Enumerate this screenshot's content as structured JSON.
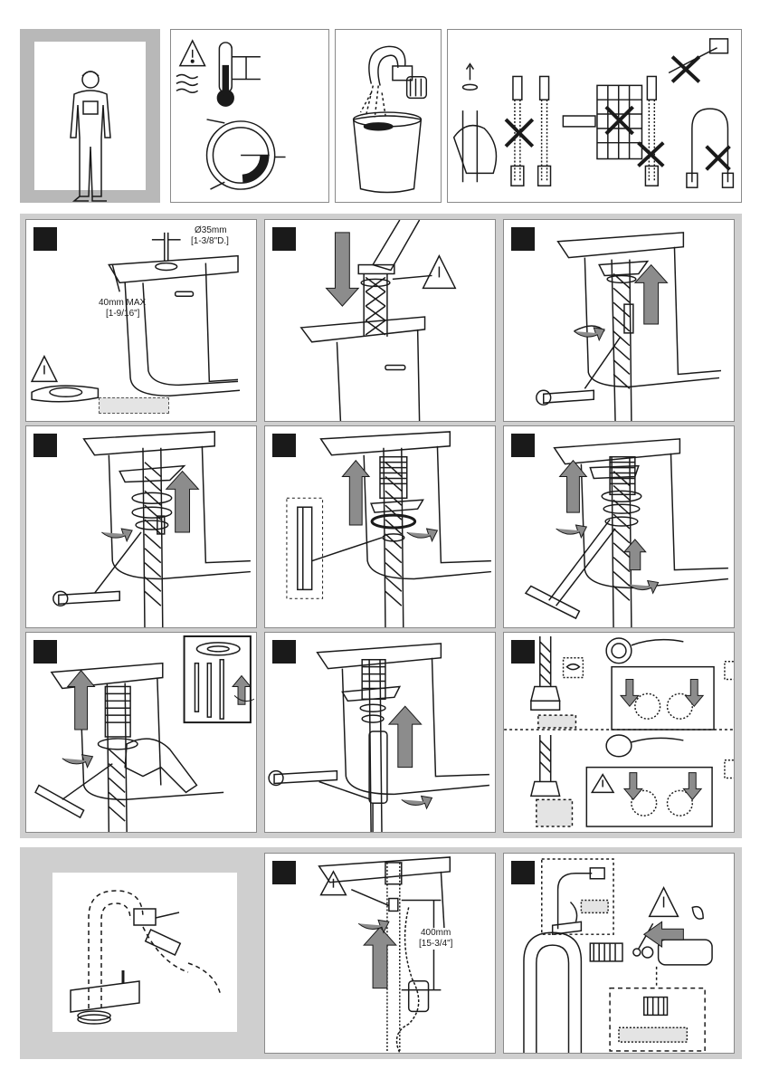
{
  "top_row": {
    "installer_icon": "installer-person-icon",
    "temperature_pressure_icon": "thermometer-gauge-icon",
    "flush_icon": "flush-pipes-icon",
    "hose_handling_icon": "hose-handling-icon"
  },
  "steps": {
    "s1": {
      "hole_diameter": "Ø35mm",
      "hole_diameter_inch": "[1-3/8\"D.]",
      "thickness_max": "40mm MAX",
      "thickness_max_inch": "[1-9/16\"]"
    },
    "s11": {
      "hose_length": "400mm",
      "hose_length_inch": "[15-3/4\"]"
    }
  },
  "colors": {
    "band": "#cfcfcf",
    "panel_border": "#8a8a8a",
    "ink": "#1a1a1a",
    "arrow": "#8c8c8c"
  }
}
